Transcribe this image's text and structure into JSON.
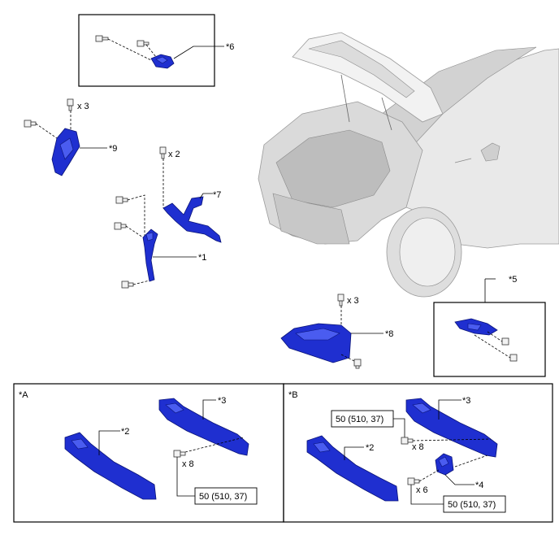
{
  "labels": {
    "p1": "*1",
    "p2a": "*2",
    "p2b": "*2",
    "p3a": "*3",
    "p3b": "*3",
    "p4": "*4",
    "p5": "*5",
    "p6": "*6",
    "p7": "*7",
    "p8": "*8",
    "p9": "*9"
  },
  "quantities": {
    "bolts9": "x 3",
    "bolts7": "x 2",
    "bolts8": "x 3",
    "boltsA": "x 8",
    "boltsB8": "x 8",
    "boltsB6": "x 6"
  },
  "panels": {
    "a_title": "*A",
    "b_title": "*B"
  },
  "torque": {
    "a": "50 (510, 37)",
    "b_top": "50 (510, 37)",
    "b_bottom": "50 (510, 37)"
  },
  "colors": {
    "part_blue": "#1f2fd0"
  },
  "icons": [
    "bolt-icon",
    "screw-icon",
    "vehicle-illustration"
  ]
}
